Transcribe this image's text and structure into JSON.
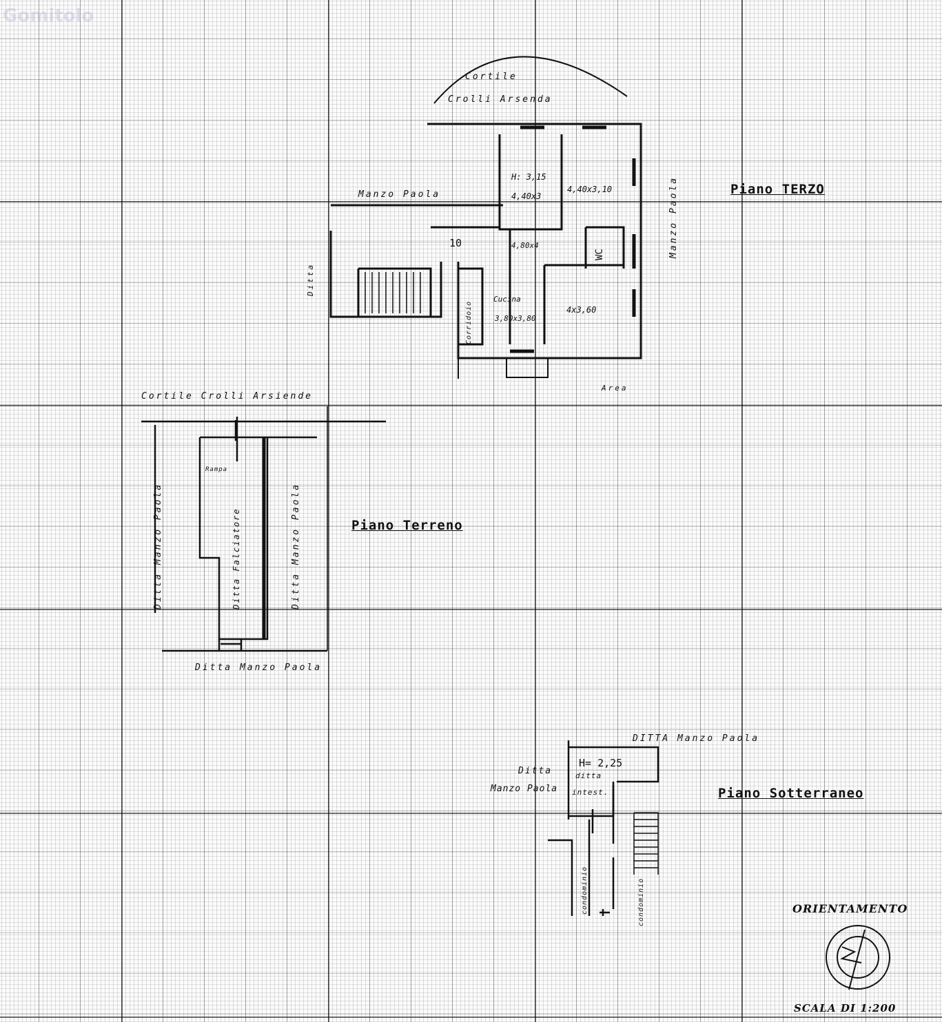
{
  "watermark": "Gomitolo",
  "piano_terzo": {
    "title": "Piano TERZO",
    "labels": {
      "cortile": "Cortile",
      "crolli": "Crolli Arsenda",
      "manzo_top": "Manzo Paola",
      "manzo_right": "Manzo Paola",
      "ditta": "Ditta",
      "area": "Area",
      "h": "H: 3,15",
      "room1": "4,40x3",
      "room2": "4,40x3,10",
      "hall": "4,80x4",
      "wc": "WC",
      "step": "10",
      "corridoio": "Corridoio",
      "cucina": "Cucina",
      "room3": "3,80x3,80",
      "room4": "4x3,60"
    }
  },
  "piano_terreno": {
    "title": "Piano Terreno",
    "labels": {
      "cortile": "Cortile Crolli Arsiende",
      "ditta_left": "Ditta Manzo Paola",
      "ditta_mid": "Ditta Falciatore",
      "ditta_right": "Ditta Manzo Paola",
      "ditta_bottom": "Ditta Manzo Paola",
      "rampa": "Rampa"
    }
  },
  "piano_sotterraneo": {
    "title": "Piano Sotterraneo",
    "labels": {
      "ditta_top": "DITTA Manzo Paola",
      "ditta_left_1": "Ditta",
      "ditta_left_2": "Manzo Paola",
      "h": "H= 2,25",
      "intest_1": "ditta",
      "intest_2": "intest.",
      "condominio_1": "condominio",
      "condominio_2": "condominio"
    }
  },
  "legend": {
    "orientation": "ORIENTAMENTO",
    "scale": "SCALA DI 1:200"
  }
}
